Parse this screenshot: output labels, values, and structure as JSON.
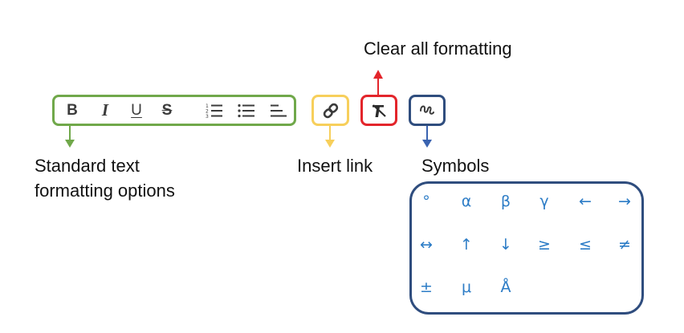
{
  "labels": {
    "clear_all_formatting": "Clear all formatting",
    "standard_line1": "Standard text",
    "standard_line2": "formatting options",
    "insert_link": "Insert link",
    "symbols": "Symbols"
  },
  "toolbar": {
    "bold_glyph": "B",
    "italic_glyph": "I",
    "underline_glyph": "U",
    "strike_glyph": "S"
  },
  "symbols": [
    "°",
    "α",
    "β",
    "γ",
    "←",
    "→",
    "↔",
    "↑",
    "↓",
    "≥",
    "≤",
    "≠",
    "±",
    "μ",
    "Å"
  ],
  "colors": {
    "formatting_group": "#70a84a",
    "insert_link": "#f7cf5b",
    "clear_formatting": "#e3252b",
    "symbols": "#2f4d7e",
    "symbol_text": "#2c7cc6"
  },
  "icons": {
    "bold": "bold-icon",
    "italic": "italic-icon",
    "underline": "underline-icon",
    "strikethrough": "strikethrough-icon",
    "ordered_list": "ordered-list-icon",
    "unordered_list": "bullet-list-icon",
    "align": "align-left-icon",
    "link": "link-icon",
    "clear_format": "clear-formatting-icon",
    "symbols": "symbols-icon"
  }
}
